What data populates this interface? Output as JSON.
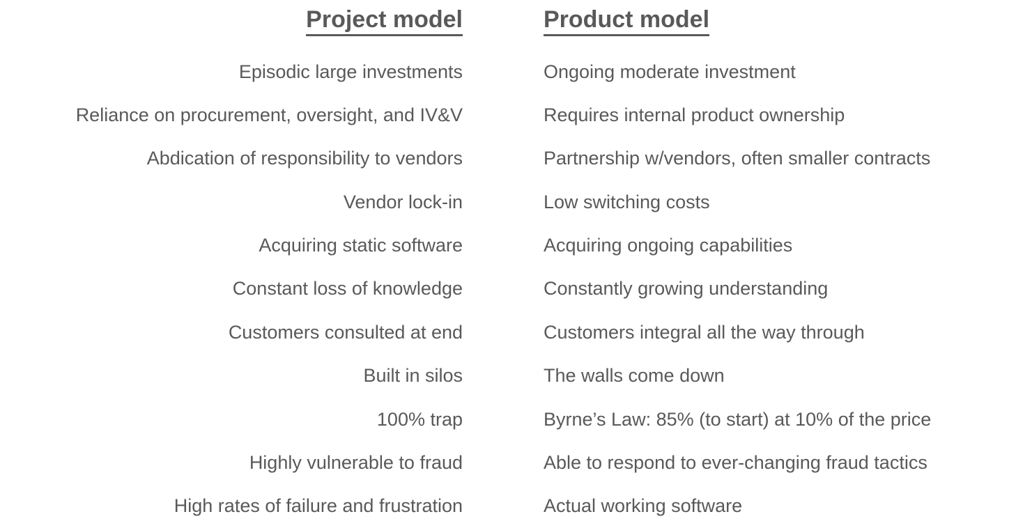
{
  "page": {
    "background_color": "#ffffff",
    "text_color": "#595959"
  },
  "comparison": {
    "left_header": "Project model",
    "right_header": "Product model",
    "rows": [
      {
        "left": "Episodic large investments",
        "right": "Ongoing moderate investment"
      },
      {
        "left": "Reliance on procurement, oversight, and IV&V",
        "right": "Requires internal product ownership"
      },
      {
        "left": "Abdication of responsibility to vendors",
        "right": "Partnership w/vendors, often smaller contracts"
      },
      {
        "left": "Vendor lock-in",
        "right": "Low switching costs"
      },
      {
        "left": "Acquiring static software",
        "right": "Acquiring ongoing capabilities"
      },
      {
        "left": "Constant loss of knowledge",
        "right": "Constantly growing understanding"
      },
      {
        "left": "Customers consulted at end",
        "right": "Customers integral all the way through"
      },
      {
        "left": "Built in silos",
        "right": "The walls come down"
      },
      {
        "left": "100% trap",
        "right": "Byrne’s Law: 85% (to start) at 10% of the price"
      },
      {
        "left": "Highly vulnerable to fraud",
        "right": "Able to respond to ever-changing fraud tactics"
      },
      {
        "left": "High rates of failure and frustration",
        "right": "Actual working software"
      }
    ]
  }
}
